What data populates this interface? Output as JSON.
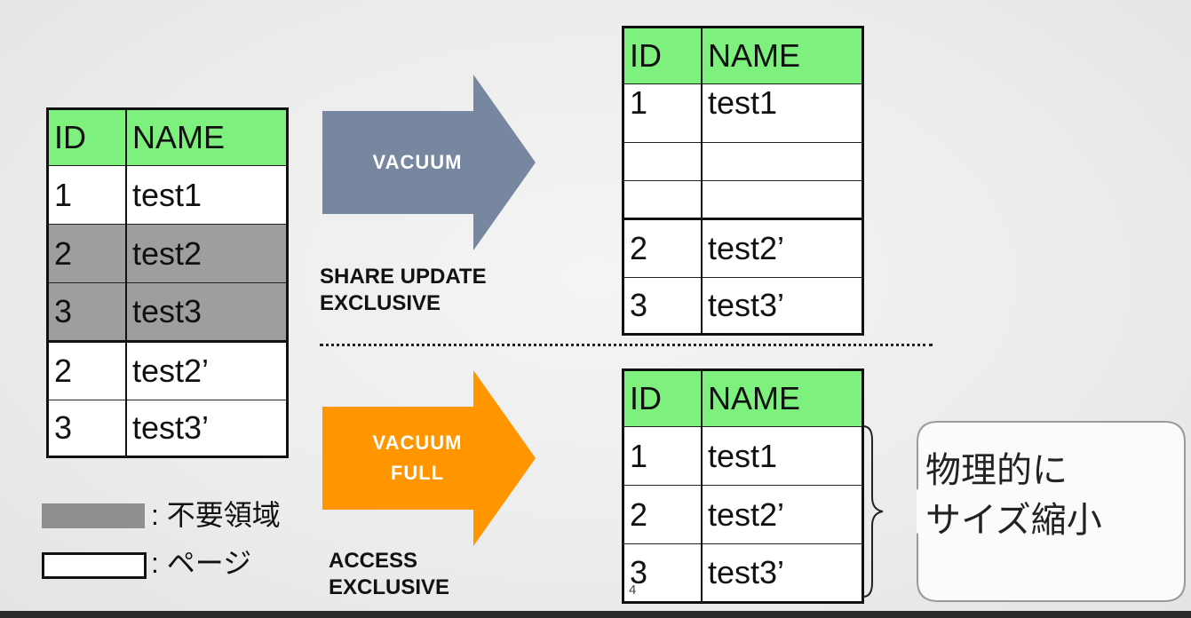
{
  "headers": {
    "id": "ID",
    "name": "NAME"
  },
  "left_table": {
    "rows": [
      {
        "id": "1",
        "name": "test1",
        "unused": false
      },
      {
        "id": "2",
        "name": "test2",
        "unused": true
      },
      {
        "id": "3",
        "name": "test3",
        "unused": true
      },
      {
        "id": "2",
        "name": "test2’",
        "unused": false
      },
      {
        "id": "3",
        "name": "test3’",
        "unused": false
      }
    ]
  },
  "vacuum": {
    "label": "VACUUM",
    "lock_line1": "SHARE UPDATE",
    "lock_line2": "EXCLUSIVE",
    "color": "#7787a0"
  },
  "vacuum_full": {
    "label_line1": "VACUUM",
    "label_line2": "FULL",
    "lock_line1": "ACCESS",
    "lock_line2": "EXCLUSIVE",
    "color": "#ff9600"
  },
  "top_right_table": {
    "rows": [
      {
        "id": "1",
        "name": "test1"
      },
      {
        "id": "",
        "name": ""
      },
      {
        "id": "",
        "name": ""
      },
      {
        "id": "2",
        "name": "test2’"
      },
      {
        "id": "3",
        "name": "test3’"
      }
    ]
  },
  "bottom_right_table": {
    "rows": [
      {
        "id": "1",
        "name": "test1"
      },
      {
        "id": "2",
        "name": "test2’"
      },
      {
        "id": "3",
        "name": "test3’"
      }
    ]
  },
  "legend": {
    "unused_label": ": 不要領域",
    "page_label": ": ページ",
    "unused_color": "#8f8f8f"
  },
  "callout": {
    "line1": "物理的に",
    "line2": "サイズ縮小"
  },
  "page_number": "4",
  "colors": {
    "header_green": "#7ef07e",
    "unused_gray": "#9e9e9e"
  }
}
